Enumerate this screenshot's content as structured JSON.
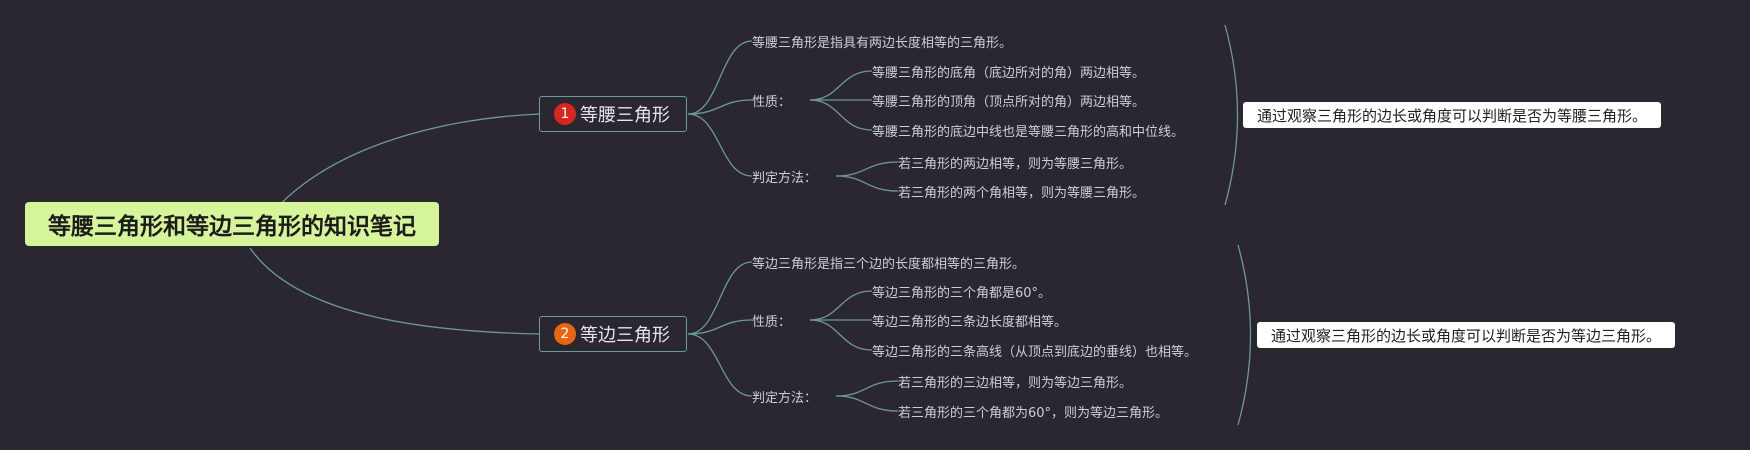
{
  "root": {
    "title": "等腰三角形和等边三角形的知识笔记"
  },
  "branches": [
    {
      "number": "1",
      "badge_color": "#d7261e",
      "title": "等腰三角形",
      "definition": "等腰三角形是指具有两边长度相等的三角形。",
      "properties_label": "性质：",
      "properties": [
        "等腰三角形的底角（底边所对的角）两边相等。",
        "等腰三角形的顶角（顶点所对的角）两边相等。",
        "等腰三角形的底边中线也是等腰三角形的高和中位线。"
      ],
      "methods_label": "判定方法：",
      "methods": [
        "若三角形的两边相等，则为等腰三角形。",
        "若三角形的两个角相等，则为等腰三角形。"
      ],
      "summary": "通过观察三角形的边长或角度可以判断是否为等腰三角形。"
    },
    {
      "number": "2",
      "badge_color": "#e8660f",
      "title": "等边三角形",
      "definition": "等边三角形是指三个边的长度都相等的三角形。",
      "properties_label": "性质：",
      "properties": [
        "等边三角形的三个角都是60°。",
        "等边三角形的三条边长度都相等。",
        "等边三角形的三条高线（从顶点到底边的垂线）也相等。"
      ],
      "methods_label": "判定方法：",
      "methods": [
        "若三角形的三边相等，则为等边三角形。",
        "若三角形的三个角都为60°，则为等边三角形。"
      ],
      "summary": "通过观察三角形的边长或角度可以判断是否为等边三角形。"
    }
  ],
  "colors": {
    "background": "#2b2730",
    "root_fill": "#d6f59a",
    "connector": "#6a9a97"
  }
}
